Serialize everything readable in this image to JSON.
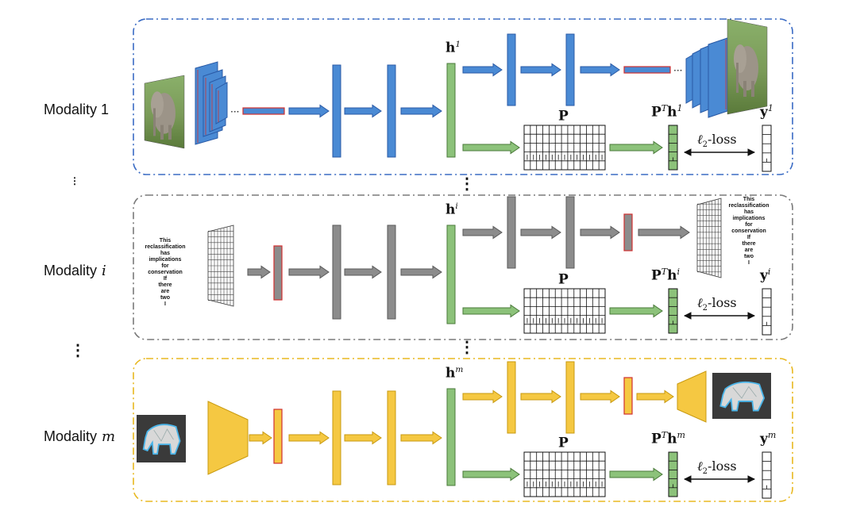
{
  "modalities": [
    {
      "label": "Modality 1",
      "panel_color": "#3a6bc4",
      "fill": "#4a8ad4",
      "stroke": "#2a5aa6",
      "hidden": "h",
      "hidden_sup": "1",
      "proj": "P",
      "proj_out": "P",
      "proj_out_sup": "T",
      "proj_out_h": "h",
      "proj_out_h_sup": "1",
      "target": "y",
      "target_sup": "1",
      "loss": "ℓ",
      "loss_sub": "2",
      "loss_suffix": "-loss",
      "input_kind": "photo",
      "decoder_kind": "photo"
    },
    {
      "label": "Modality",
      "label_var": "i",
      "panel_color": "#7a7a7a",
      "fill": "#8c8c8c",
      "stroke": "#5a5a5a",
      "hidden": "h",
      "hidden_sup": "i",
      "proj": "P",
      "proj_out": "P",
      "proj_out_sup": "T",
      "proj_out_h": "h",
      "proj_out_h_sup": "i",
      "target": "y",
      "target_sup": "i",
      "loss": "ℓ",
      "loss_sub": "2",
      "loss_suffix": "-loss",
      "input_kind": "text",
      "input_text": [
        "This",
        "reclassification",
        "has",
        "implications",
        "for",
        "conservation",
        "If",
        "there",
        "are",
        "two",
        "I"
      ],
      "decoder_kind": "text"
    },
    {
      "label": "Modality",
      "label_var": "m",
      "panel_color": "#e8b820",
      "fill": "#f5c842",
      "stroke": "#c89a10",
      "hidden": "h",
      "hidden_sup": "m",
      "proj": "P",
      "proj_out": "P",
      "proj_out_sup": "T",
      "proj_out_h": "h",
      "proj_out_h_sup": "m",
      "target": "y",
      "target_sup": "m",
      "loss": "ℓ",
      "loss_sub": "2",
      "loss_suffix": "-loss",
      "input_kind": "sketch",
      "decoder_kind": "sketch"
    }
  ],
  "ellipsis_vertical": "⋮",
  "colors": {
    "hidden_fill": "#8cc27a",
    "hidden_stroke": "#4a7a3a",
    "bottleneck_stroke": "#d03030",
    "green_arrow": "#8cc27a"
  }
}
